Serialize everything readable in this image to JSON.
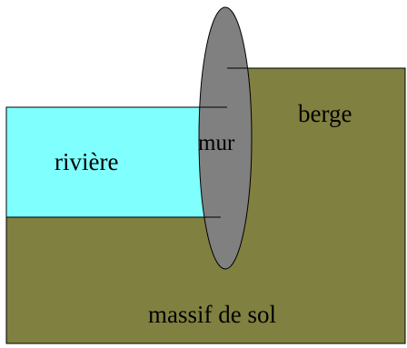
{
  "labels": {
    "river": "rivière",
    "wall": "mur",
    "bank": "berge",
    "ground_mass": "massif de sol"
  },
  "colors": {
    "river": "#80ffff",
    "soil": "#808040",
    "wall": "#808080",
    "outline": "#000000",
    "background": "#ffffff"
  }
}
